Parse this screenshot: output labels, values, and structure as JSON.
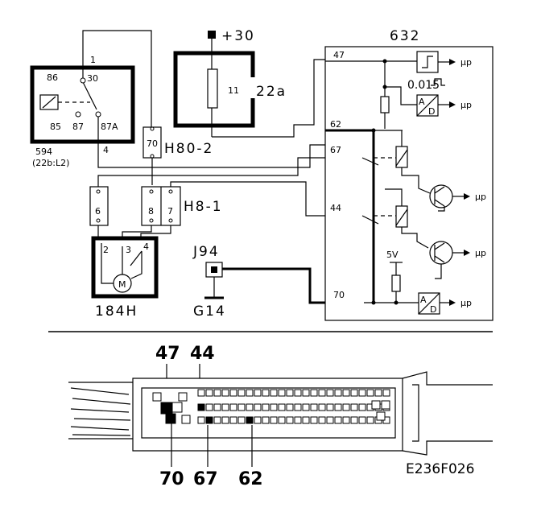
{
  "figure_code": "E236F026",
  "supply_label": "+30",
  "fuse": {
    "number": "11",
    "box_label": "22a"
  },
  "relay": {
    "ref": "594",
    "location": "(22b:L2)",
    "pin_86": "86",
    "pin_30": "30",
    "pin_85": "85",
    "pin_87": "87",
    "pin_87a": "87A",
    "wire_1": "1",
    "wire_4": "4"
  },
  "connectors": {
    "h80_2": {
      "label": "H80-2",
      "pin": "70"
    },
    "h8_1": {
      "label": "H8-1",
      "pin_8": "8",
      "pin_7": "7"
    },
    "c6": {
      "pin": "6"
    }
  },
  "motor": {
    "ref": "184H",
    "symbol": "M",
    "pin_2": "2",
    "pin_3": "3",
    "pin_4": "4"
  },
  "ground": {
    "connector": "J94",
    "label": "G14"
  },
  "ecu": {
    "ref": "632",
    "pins": {
      "p47": "47",
      "p62": "62",
      "p67": "67",
      "p44": "44",
      "p70": "70"
    },
    "reference_voltage": "5V",
    "time_constant": "0.015",
    "micro_label": "μp"
  },
  "connector_view": {
    "top_labels": [
      "47",
      "44"
    ],
    "bottom_labels": [
      "70",
      "67",
      "62"
    ]
  }
}
